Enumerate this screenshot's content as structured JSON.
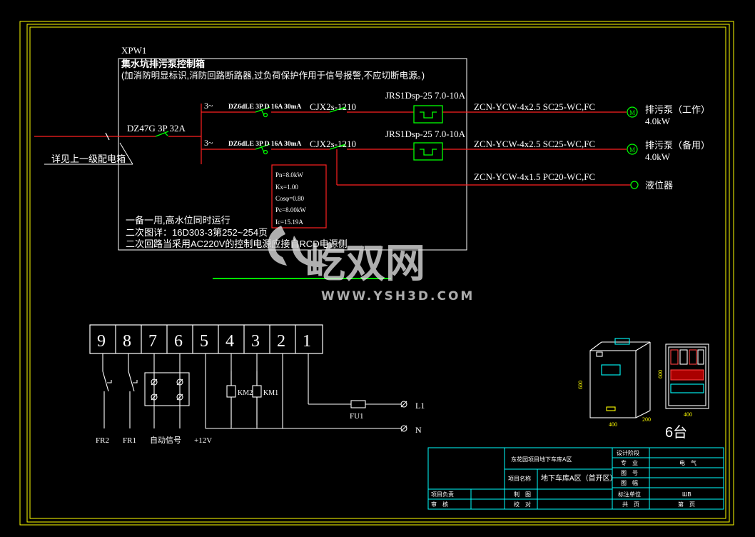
{
  "panel": {
    "code": "XPW1",
    "title": "集水坑排污泵控制箱",
    "note": "(加消防明显标识,消防回路断路器,过负荷保护作用于信号报警,不应切断电源。)",
    "incoming_label": "详见上一级配电箱",
    "main_breaker": "DZ47G 3P 32A",
    "phase_mark_1": "3~",
    "phase_mark_2": "3~",
    "branch_breaker_1": "DZ6dLE 3P D 16A 30mA",
    "branch_breaker_2": "DZ6dLE 3P D 16A 30mA",
    "contactor_1": "CJX2s-1210",
    "contactor_2": "CJX2s-1210",
    "relay_1": "JRS1Dsp-25 7.0-10A",
    "relay_2": "JRS1Dsp-25 7.0-10A",
    "cable_1": "ZCN-YCW-4x2.5 SC25-WC,FC",
    "cable_2": "ZCN-YCW-4x2.5 SC25-WC,FC",
    "cable_3": "ZCN-YCW-4x1.5 PC20-WC,FC",
    "load_1_name": "排污泵（工作）",
    "load_1_power": "4.0kW",
    "load_2_name": "排污泵（备用）",
    "load_2_power": "4.0kW",
    "load_3_name": "液位器",
    "motor_symbol": "M",
    "params": [
      "Pn=8.0kW",
      "Kx=1.00",
      "Cosφ=0.80",
      "Pc=8.00kW",
      "Ic=15.19A"
    ],
    "notes": [
      "一备一用,高水位同时运行",
      "二次图详：16D303-3第252~254页",
      "二次回路当采用AC220V的控制电源应接自RCD电源侧"
    ]
  },
  "terminals": {
    "labels": [
      "9",
      "8",
      "7",
      "6",
      "5",
      "4",
      "3",
      "2",
      "1"
    ],
    "km2": "KM2",
    "km1": "KM1",
    "fu": "FU1",
    "l1": "L1",
    "n": "N",
    "fr2": "FR2",
    "fr1": "FR1",
    "auto_signal": "自动信号",
    "voltage": "+12V"
  },
  "cabinet": {
    "height_front": "600",
    "width_front": "400",
    "depth": "200",
    "height_panel": "600",
    "width_panel": "400",
    "quantity": "6台"
  },
  "title_block": {
    "project_label": "东花园项目地下车库A区",
    "design_stage_label": "设计阶段",
    "speciality_label": "专　业",
    "speciality_value": "电　气",
    "drawing_no_label": "图　号",
    "scale_label": "图　幅",
    "project_name_label": "项目名称",
    "project_name_value": "地下车库A区（首开区）",
    "project_lead_label": "项目负责",
    "drafter_label": "制　图",
    "design_unit_label": "标注单位",
    "design_unit_value": "ШВ",
    "reviewer_label": "审　核",
    "checker_label": "校　对",
    "total_pages_label": "共　页",
    "page_label": "第　页"
  },
  "watermark": {
    "brand": "屹双网",
    "url": "WWW.YSH3D.COM"
  },
  "colors": {
    "frame": "#ffff00",
    "line": "#ffffff",
    "circuit": "#ff2020",
    "device": "#00ff00",
    "title_block": "#00ffff",
    "background": "#000000"
  }
}
